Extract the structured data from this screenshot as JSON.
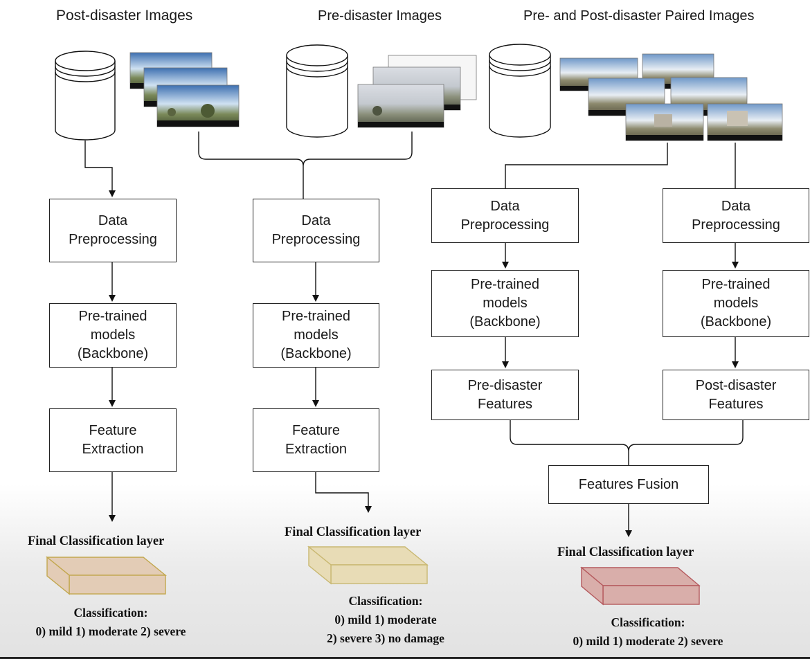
{
  "columns": [
    {
      "title": "Post-disaster Images",
      "boxes": [
        [
          "Data",
          "Preprocessing"
        ],
        [
          "Pre-trained",
          "models",
          "(Backbone)"
        ],
        [
          "Feature",
          "Extraction"
        ]
      ],
      "final_layer": "Final Classification layer",
      "layer_color": "#e3ccb6",
      "layer_border": "#c2a74e",
      "classification": [
        "Classification:",
        "0) mild 1) moderate 2) severe"
      ]
    },
    {
      "title": "Pre-disaster Images",
      "boxes": [
        [
          "Data",
          "Preprocessing"
        ],
        [
          "Pre-trained",
          "models",
          "(Backbone)"
        ],
        [
          "Feature",
          "Extraction"
        ]
      ],
      "final_layer": "Final Classification layer",
      "layer_color": "#e8dcb6",
      "layer_border": "#c9b872",
      "classification": [
        "Classification:",
        "0) mild 1) moderate",
        "2) severe 3) no damage"
      ]
    },
    {
      "title": "Pre- and Post-disaster Paired Images",
      "left_boxes": [
        [
          "Data",
          "Preprocessing"
        ],
        [
          "Pre-trained",
          "models",
          "(Backbone)"
        ],
        [
          "Pre-disaster",
          "Features"
        ]
      ],
      "right_boxes": [
        [
          "Data",
          "Preprocessing"
        ],
        [
          "Pre-trained",
          "models",
          "(Backbone)"
        ],
        [
          "Post-disaster",
          "Features"
        ]
      ],
      "fusion": "Features Fusion",
      "final_layer": "Final Classification layer",
      "layer_color": "#d9aeaa",
      "layer_border": "#b55a5e",
      "classification": [
        "Classification:",
        "0) mild 1) moderate 2) severe"
      ]
    }
  ],
  "icons": [
    "database-icon",
    "panorama-thumbnail"
  ]
}
